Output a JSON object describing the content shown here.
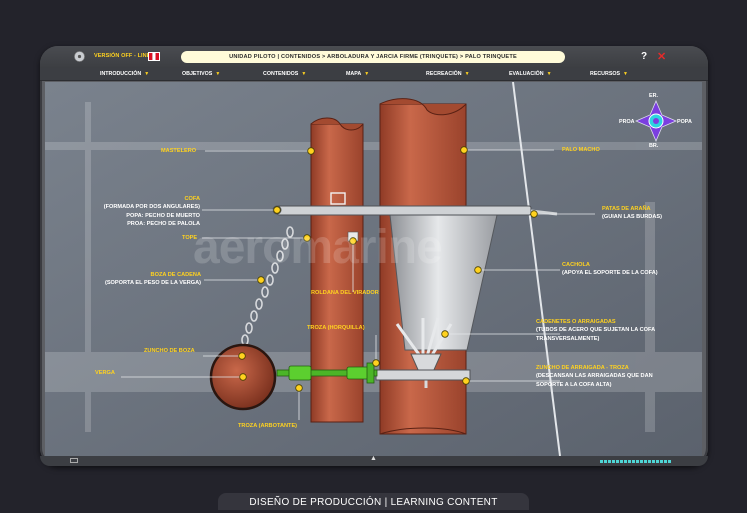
{
  "header": {
    "version_label": "VERSIÓN OFF - LINE",
    "breadcrumb": "UNIDAD PILOTO  |  CONTENIDOS  >  ARBOLADURA Y JARCIA FIRME (TRINQUETE)  >  PALO TRINQUETE",
    "help_label": "?",
    "close_label": "✕"
  },
  "menu": {
    "items": [
      "INTRODUCCIÓN",
      "OBJETIVOS",
      "CONTENIDOS",
      "MAPA",
      "RECREACIÓN",
      "EVALUACIÓN",
      "RECURSOS"
    ],
    "chevron": "▼"
  },
  "compass": {
    "north": "ER.",
    "south": "BR.",
    "west": "PROA",
    "east": "POPA"
  },
  "watermark": "aeromarine",
  "labels": {
    "mastelero": "MASTELERO",
    "palo_macho": "PALO MACHO",
    "cofa_title": "COFA",
    "cofa_line1": "(FORMADA POR DOS ANGULARES)",
    "cofa_line2": "POPA: PECHO DE MUERTO",
    "cofa_line3": "PROA: PECHO DE PALOLA",
    "tope": "TOPE",
    "patas_title": "PATAS DE ARAÑA",
    "patas_desc": "(GUIAN LAS BURDAS)",
    "boza_title": "BOZA DE CADENA",
    "boza_desc": "(SOPORTA EL PESO DE LA VERGA)",
    "roldana": "ROLDANA DEL VIRADOR",
    "cachola_title": "CACHOLA",
    "cachola_desc": "(APOYA EL SOPORTE DE LA COFA)",
    "cadenetes_title": "CADENETES O ARRAIGADAS",
    "cadenetes_line1": "(TUBOS DE ACERO QUE SUJETAN LA COFA",
    "cadenetes_line2": "TRANSVERSALMENTE)",
    "troza_horquilla": "TROZA (HORQUILLA)",
    "zuncho_boza": "ZUNCHO DE BOZA",
    "verga": "VERGA",
    "zuncho_title": "ZUNCHO DE ARRAIGADA - TROZA",
    "zuncho_line1": "(DESCANSAN LAS ARRAIGADAS QUE DAN",
    "zuncho_line2": "SOPORTE A LA COFA ALTA)",
    "troza_arbotante": "TROZA (ARBOTANTE)"
  },
  "footer": {
    "text": "DISEÑO DE PRODUCCIÓN | LEARNING CONTENT"
  },
  "colors": {
    "accent_yellow": "#ffd21f",
    "mast_red": "#b9563a",
    "steel_grey": "#c7c9cc",
    "fitting_green": "#53c42a",
    "background": "#23232b"
  },
  "icons": [
    "disc-icon",
    "peru-flag-icon",
    "help-icon",
    "close-icon",
    "compass-icon",
    "scroll-up-icon"
  ]
}
